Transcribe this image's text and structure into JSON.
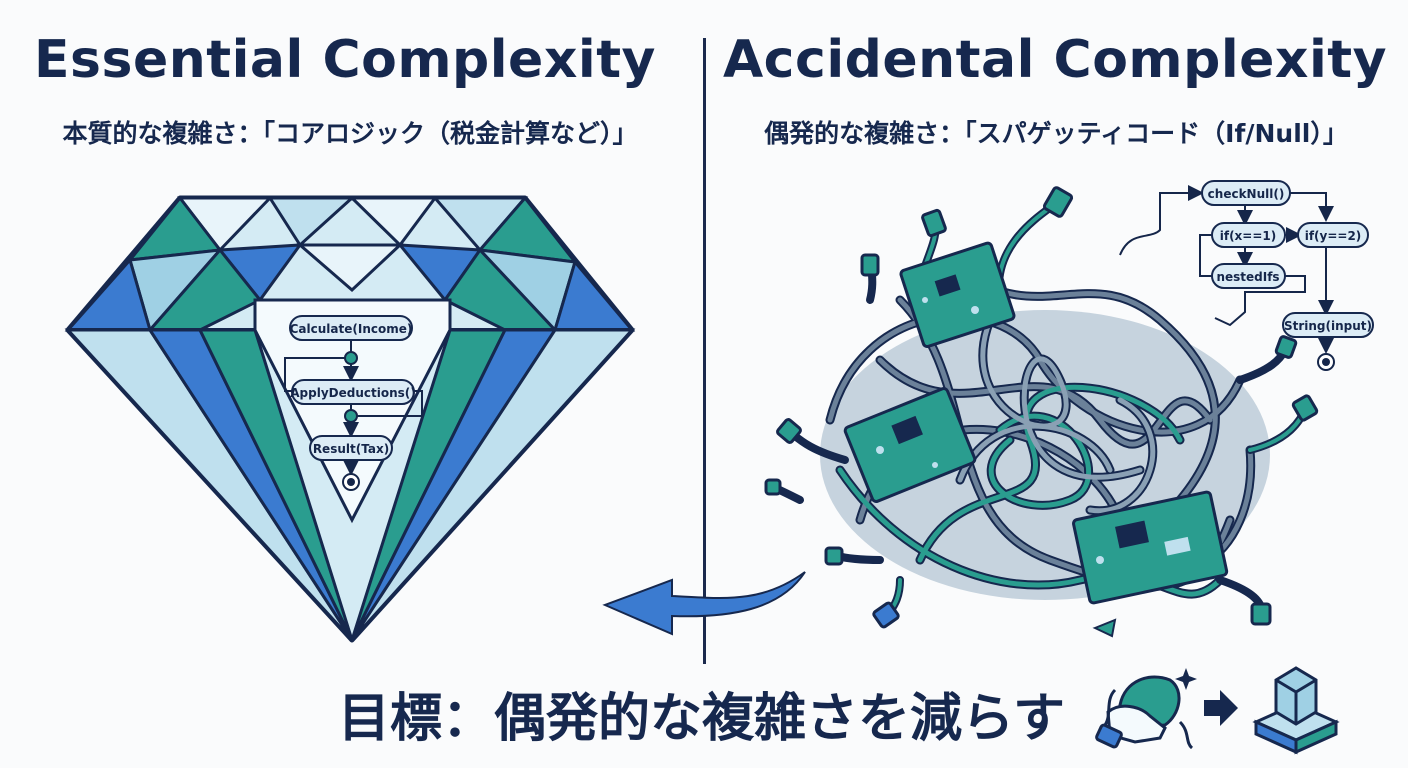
{
  "left": {
    "title": "Essential Complexity",
    "subtitle": "本質的な複雑さ：「コアロジック（税金計算など）」",
    "flow_nodes": [
      "Calculate(Income)",
      "ApplyDeductions()",
      "Result(Tax)"
    ]
  },
  "right": {
    "title": "Accidental Complexity",
    "subtitle": "偶発的な複雑さ：「スパゲッティコード（If/Null）」",
    "flow_nodes": [
      "checkNull()",
      "if(x==1)",
      "if(y==2)",
      "nestedIfs",
      "String(input)"
    ]
  },
  "goal": {
    "text": "目標：偶発的な複雑さを減らす"
  },
  "icons": [
    "diamond-icon",
    "cable-tangle-icon",
    "arrow-left-icon",
    "hand-cleaning-icon",
    "arrow-right-icon",
    "cube-icon"
  ],
  "colors": {
    "navy": "#16284e",
    "blue": "#3b7bd0",
    "teal": "#2a9d8f",
    "light_blue": "#bfe0ee",
    "node_fill": "#dcecf6"
  }
}
